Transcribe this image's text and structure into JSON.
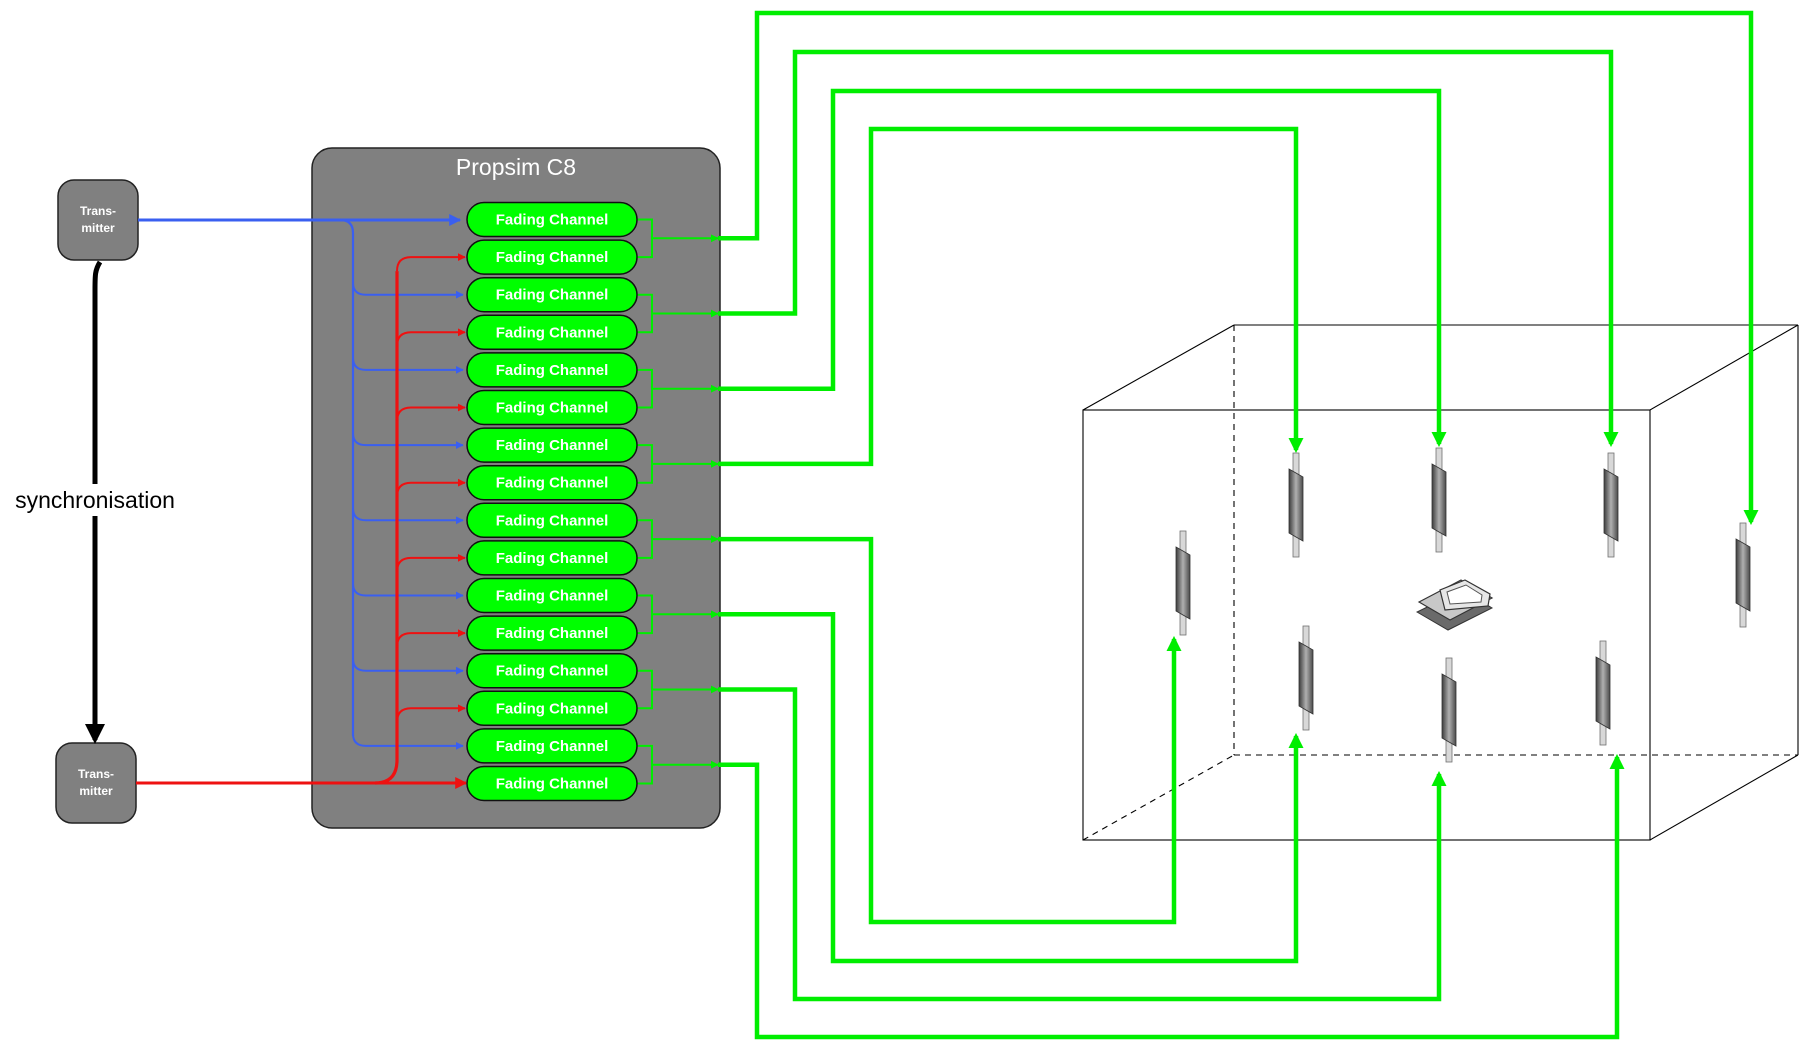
{
  "emulator": {
    "title": "Propsim C8"
  },
  "transmitters": [
    {
      "id": "tx1",
      "label_line1": "Trans-",
      "label_line2": "mitter"
    },
    {
      "id": "tx2",
      "label_line1": "Trans-",
      "label_line2": "mitter"
    }
  ],
  "sync_label": "synchronisation",
  "fading_channel_label": "Fading Channel",
  "channel_count": 16,
  "colors": {
    "tx1_signal": "#3a5ff0",
    "tx2_signal": "#ee1111",
    "output": "#00ee00",
    "channel_fill": "#00ff00",
    "emulator_fill": "#808080"
  },
  "icons": [
    "antenna-icon",
    "mobile-device-icon"
  ]
}
